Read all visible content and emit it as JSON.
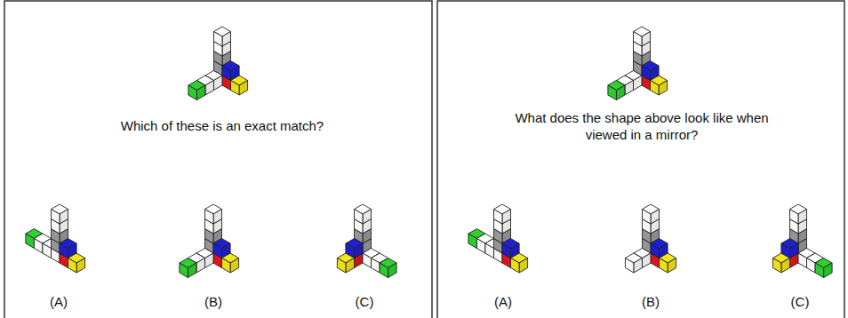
{
  "diagram": {
    "labels": [
      "Which of these is an exact match?",
      "(A)",
      "(B)",
      "(C)",
      "What does the shape above look like when viewed in a mirror?",
      "(A)",
      "(B)",
      "(C)"
    ]
  }
}
